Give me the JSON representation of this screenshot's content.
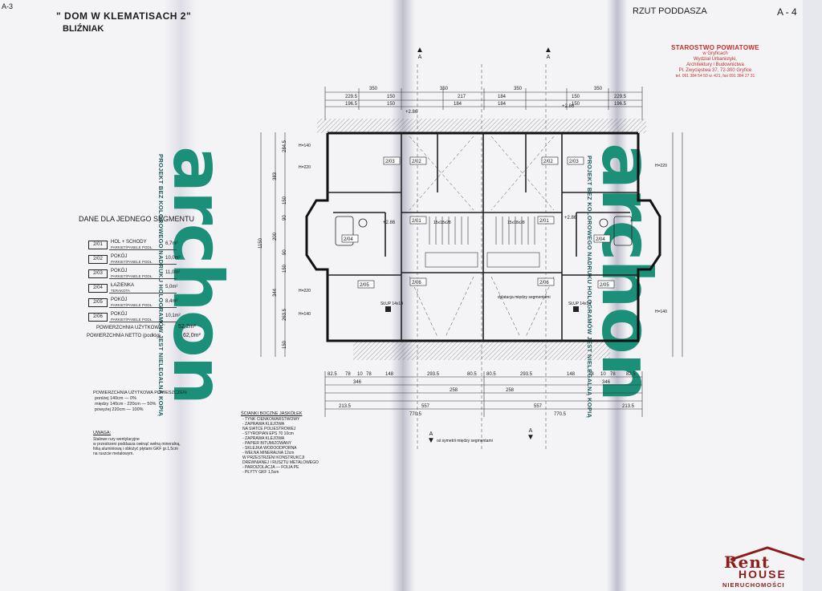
{
  "header": {
    "corner_label": "A-3",
    "title": "\" DOM  W  KLEMATISACH 2\"",
    "subtitle": "BLIŹNIAK",
    "section_title": "RZUT PODDASZA",
    "sheet_number": "A - 4"
  },
  "stamp": {
    "line1": "STAROSTWO POWIATOWE",
    "line2": "w Gryficach",
    "line3": "Wydział Urbanistyki,",
    "line4": "Architektury i Budownictwa",
    "line5": "Pl. Zwycięstwa 37, 72-300 Gryfice",
    "line6": "tel. 091 384 54 50 w. 421, fax 091 384 27 31"
  },
  "segment_table": {
    "title": "DANE DLA JEDNEGO SEGMENTU",
    "rows": [
      {
        "no": "2/01",
        "name": "HOL + SCHODY",
        "floor": "PARKIET/PANELE PODŁ.",
        "area": "6,7m²"
      },
      {
        "no": "2/02",
        "name": "POKÓJ",
        "floor": "PARKIET/PANELE PODŁ.",
        "area": "10,0m²"
      },
      {
        "no": "2/03",
        "name": "POKÓJ",
        "floor": "PARKIET/PANELE PODŁ.",
        "area": "11,0m²"
      },
      {
        "no": "2/04",
        "name": "ŁAZIENKA",
        "floor": "TERAKOTA",
        "area": "5,0m²"
      },
      {
        "no": "2/05",
        "name": "POKÓJ",
        "floor": "PARKIET/PANELE PODŁ.",
        "area": "8,4m²"
      },
      {
        "no": "2/06",
        "name": "POKÓJ",
        "floor": "PARKIET/PANELE PODŁ.",
        "area": "10,1m²"
      }
    ],
    "usable_label": "POWIERZCHNIA UŻYTKOWA",
    "usable_value": "52,2m²",
    "netto_label": "POWIERZCHNIA NETTO (podłóg)",
    "netto_value": "62,0m²"
  },
  "area_notes": {
    "head": "POWIERZCHNIA UŻYTKOWA POMIESZCZEŃ:",
    "lines": [
      "poniżej 140cm — 0%",
      "między 140cm - 220cm — 50%",
      "powyżej 220cm — 100%"
    ]
  },
  "remark": {
    "head": "UWAGA:",
    "lines": [
      "Stalowe rury wentylacyjne",
      "w przestrzeni poddasza owinąć wełną mineralną,",
      "folią aluminiową i obłożyć płytami GKF gr.1,5cm",
      "na ruszcie metalowym."
    ]
  },
  "wall_spec": {
    "head": "ŚCIANKI BOCZNE JASKÓŁEK",
    "lines": [
      "- TYNK CIENKOWARSTWOWY",
      "- ZAPRAWA KLEJOWA",
      "  NA SIATCE POLIESTROWEJ",
      "- STYROPIAN EPS 70  10cm",
      "- ZAPRAWA KLEJOWA",
      "- PAPIER BITUMIZOWANY",
      "- SKLEJKA WODOODPORNA",
      "- WEŁNA MINERALNA  12cm",
      "  W PRZESTRZENI KONSTRUKCJI",
      "  DREWNIANEJ I RUSZTU METALOWEGO",
      "- PAROIZOLACJA — FOLIA PE",
      "- PŁYTY GKF  1,5cm"
    ]
  },
  "watermark": {
    "brand": "archon",
    "vertical_text": "PROJEKT BEZ KOLOROWEGO NADRUKU HOLOGRAMÓW JEST NIELEGALNĄ KOPIĄ"
  },
  "plan": {
    "rooms": [
      {
        "label": "2/03"
      },
      {
        "label": "2/02"
      },
      {
        "label": "2/02"
      },
      {
        "label": "2/03"
      },
      {
        "label": "2/01"
      },
      {
        "label": "2/01"
      },
      {
        "label": "2/04"
      },
      {
        "label": "2/04"
      },
      {
        "label": "2/05"
      },
      {
        "label": "2/06"
      },
      {
        "label": "2/06"
      },
      {
        "label": "2/05"
      }
    ],
    "stairs": [
      "15x18x28",
      "15x18x28"
    ],
    "annotations": [
      "dylatacja między segmentami",
      "oś symetrii między segmentami",
      "SŁUP 14x14",
      "SŁUP 14x14"
    ],
    "section_marks": [
      "A",
      "A",
      "A",
      "A"
    ],
    "top_dims_row1": [
      "350",
      "350",
      "350",
      "350"
    ],
    "top_dims_row2": [
      "229.5",
      "150",
      "217",
      "184",
      "150",
      "229.5"
    ],
    "top_dims_row3": [
      "196.5",
      "150",
      "184",
      "184",
      "150",
      "196.5"
    ],
    "height_marks": [
      "+2.86",
      "+2.86",
      "+2.86",
      "+2.86"
    ],
    "left_dims": [
      "284.5",
      "383",
      "150",
      "90",
      "200",
      "90",
      "150",
      "344",
      "263.5",
      "150",
      "1150"
    ],
    "bottom_dims_row1": [
      "82.5",
      "78",
      "10",
      "78",
      "148",
      "293.5",
      "80.5",
      "80.5",
      "293.5",
      "148",
      "78",
      "10",
      "78",
      "82.5"
    ],
    "bottom_dims_row2": [
      "346",
      "258",
      "258",
      "346"
    ],
    "bottom_dims_row3": [
      "213.5",
      "557",
      "557",
      "213.5"
    ],
    "bottom_dims_row4": [
      "770.5",
      "770.5"
    ],
    "level_marks": [
      "H=140",
      "H=220",
      "H=140",
      "H=220",
      "H=220",
      "H=140"
    ]
  },
  "logo": {
    "rent": "Rent",
    "house": "HOUSE",
    "tagline": "NIERUCHOMOŚCI"
  }
}
